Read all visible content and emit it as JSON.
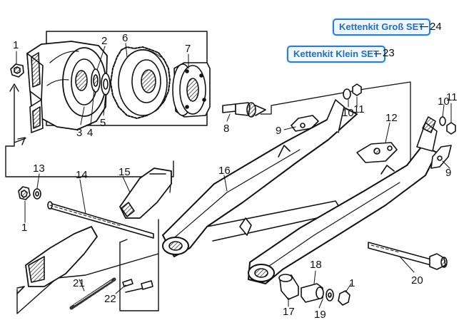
{
  "kits": {
    "gross": {
      "label": "Kettenkit Groß SET",
      "number": "24"
    },
    "klein": {
      "label": "Kettenkit Klein SET",
      "number": "23"
    }
  },
  "callouts": {
    "c1a": "1",
    "c2": "2",
    "c6": "6",
    "c7": "7",
    "c3": "3",
    "c4": "4",
    "c5": "5",
    "c8": "8",
    "c9a": "9",
    "c10a": "10",
    "c11a": "11",
    "c12": "12",
    "c11b": "11",
    "c10b": "10",
    "c9b": "9",
    "c13": "13",
    "c14": "14",
    "c15": "15",
    "c16": "16",
    "c1b": "1",
    "c21": "21",
    "c22": "22",
    "c18": "18",
    "c1c": "1",
    "c20": "20",
    "c17": "17",
    "c19": "19"
  }
}
